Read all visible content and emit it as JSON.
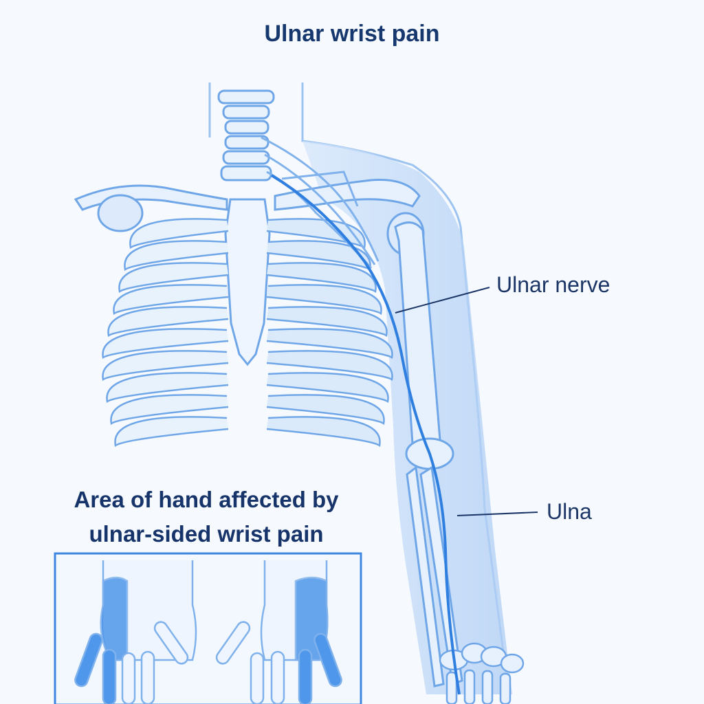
{
  "title": "Ulnar wrist pain",
  "labels": {
    "ulnar_nerve": "Ulnar nerve",
    "ulna": "Ulna"
  },
  "inset": {
    "heading_line1": "Area of hand affected by",
    "heading_line2": "ulnar-sided wrist pain"
  },
  "colors": {
    "bone_fill": "#e8f2fd",
    "bone_stroke": "#6fa6e8",
    "nerve": "#2f7fe0",
    "highlight": "#4f97ea",
    "text": "#16386e"
  }
}
